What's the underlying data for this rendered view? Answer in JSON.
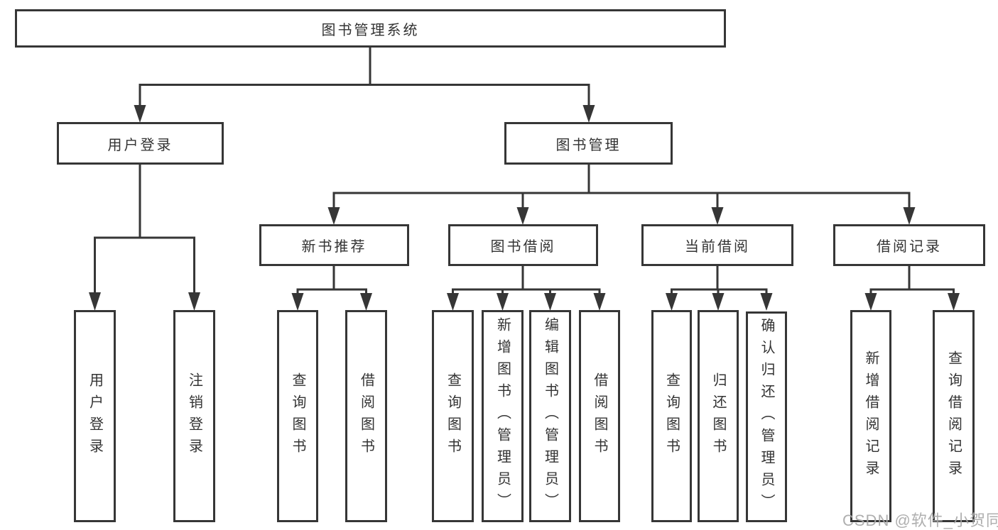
{
  "diagram": {
    "title": "图书管理系统",
    "colors": {
      "line": "#363636",
      "box_border": "#363636",
      "text": "#333333",
      "background": "#ffffff",
      "watermark": "#a8a8a8"
    },
    "tree": {
      "root": {
        "label": "图书管理系统",
        "children": [
          {
            "label": "用户登录",
            "children": [
              {
                "label": "用户登录"
              },
              {
                "label": "注销登录"
              }
            ]
          },
          {
            "label": "图书管理",
            "children": [
              {
                "label": "新书推荐",
                "children": [
                  {
                    "label": "查询图书"
                  },
                  {
                    "label": "借阅图书"
                  }
                ]
              },
              {
                "label": "图书借阅",
                "children": [
                  {
                    "label": "查询图书"
                  },
                  {
                    "label": "新增图书（管理员）"
                  },
                  {
                    "label": "编辑图书（管理员）"
                  },
                  {
                    "label": "借阅图书"
                  }
                ]
              },
              {
                "label": "当前借阅",
                "children": [
                  {
                    "label": "查询图书"
                  },
                  {
                    "label": "归还图书"
                  },
                  {
                    "label": "确认归还（管理员）"
                  }
                ]
              },
              {
                "label": "借阅记录",
                "children": [
                  {
                    "label": "新增借阅记录"
                  },
                  {
                    "label": "查询借阅记录"
                  }
                ]
              }
            ]
          }
        ]
      }
    }
  },
  "watermark": {
    "text": "CSDN @软件_小贺同学"
  }
}
